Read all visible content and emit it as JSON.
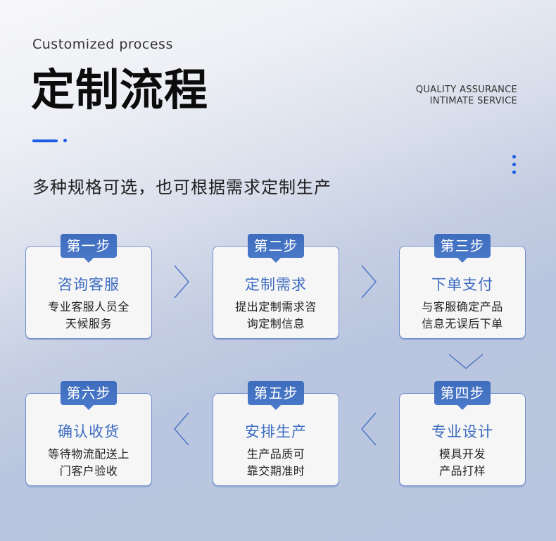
{
  "header": {
    "subtitle_en": "Customized process",
    "title": "定制流程",
    "tagline": [
      "QUALITY ASSURANCE",
      "INTIMATE SERVICE"
    ],
    "intro": "多种规格可选，也可根据需求定制生产"
  },
  "colors": {
    "accent": "#1a5be8",
    "badge": "#4a78c8",
    "card_title": "#3d6cc0",
    "card_border": "#6f8fcf"
  },
  "steps": [
    {
      "badge": "第一步",
      "title": "咨询客服",
      "desc": [
        "专业客服人员全",
        "天候服务"
      ]
    },
    {
      "badge": "第二步",
      "title": "定制需求",
      "desc": [
        "提出定制需求咨",
        "询定制信息"
      ]
    },
    {
      "badge": "第三步",
      "title": "下单支付",
      "desc": [
        "与客服确定产品",
        "信息无误后下单"
      ]
    },
    {
      "badge": "第四步",
      "title": "专业设计",
      "desc": [
        "模具开发",
        "产品打样"
      ]
    },
    {
      "badge": "第五步",
      "title": "安排生产",
      "desc": [
        "生产品质可",
        "靠交期准时"
      ]
    },
    {
      "badge": "第六步",
      "title": "确认收货",
      "desc": [
        "等待物流配送上",
        "门客户验收"
      ]
    }
  ],
  "icons": {
    "arrow_right": "chevron-right-icon",
    "arrow_left": "chevron-left-icon",
    "arrow_down": "chevron-down-icon"
  }
}
